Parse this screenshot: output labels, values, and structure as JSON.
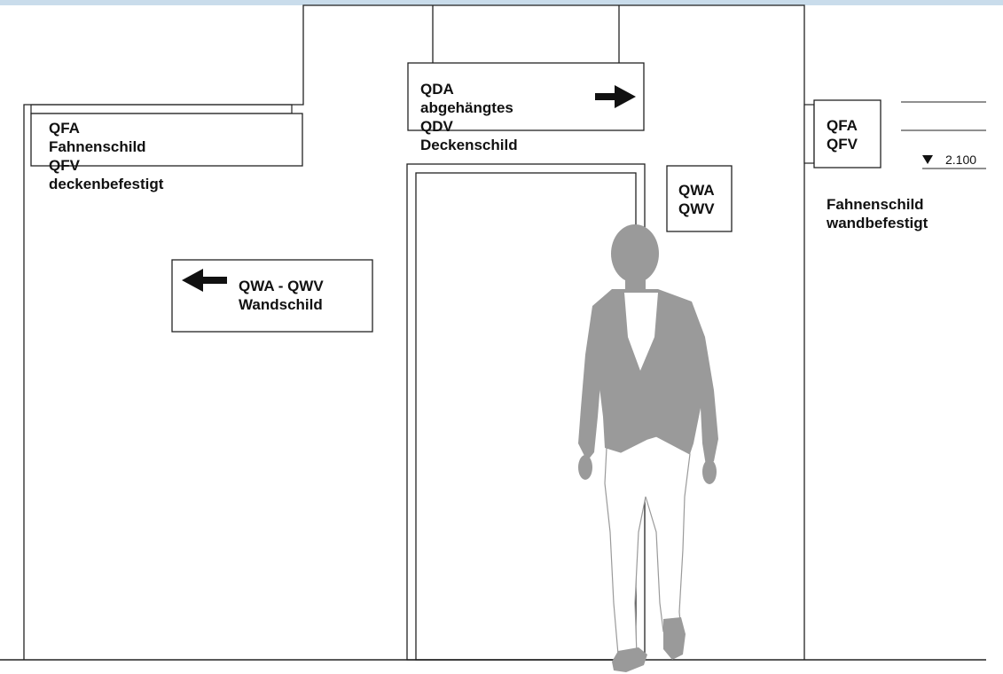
{
  "colors": {
    "top_band": "#c9dceb",
    "line": "#222222",
    "figure": "#9a9a9a",
    "figure_light": "#ffffff"
  },
  "signs": {
    "flag_ceiling": {
      "code_line1": "QFA",
      "text_line1": "Fahnenschild",
      "code_line2": "QFV",
      "text_line2": "deckenbefestigt"
    },
    "hanging": {
      "code_line1": "QDA",
      "text_line1": "abgehängtes",
      "code_line2": "QDV",
      "text_line2": "Deckenschild",
      "arrow": "right-arrow-icon"
    },
    "wall": {
      "line1": "QWA - QWV",
      "line2": "Wandschild",
      "arrow": "left-arrow-icon"
    },
    "door_small": {
      "line1": "QWA",
      "line2": "QWV"
    },
    "flag_wall": {
      "line1": "QFA",
      "line2": "QFV",
      "caption_line1": "Fahnenschild",
      "caption_line2": "wandbefestigt"
    }
  },
  "dimension": {
    "marker": "level-marker-icon",
    "value": "2.100"
  }
}
